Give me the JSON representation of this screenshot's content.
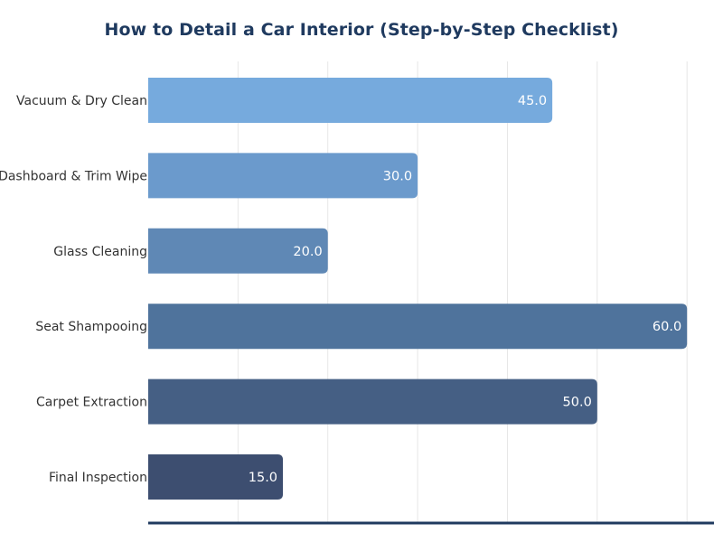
{
  "chart_data": {
    "type": "bar",
    "orientation": "horizontal",
    "title": "How to Detail a Car Interior (Step-by-Step Checklist)",
    "xlabel": "",
    "ylabel": "",
    "categories": [
      "Vacuum & Dry Clean",
      "Dashboard & Trim Wipe",
      "Glass Cleaning",
      "Seat Shampooing",
      "Carpet Extraction",
      "Final Inspection"
    ],
    "values": [
      45.0,
      30.0,
      20.0,
      60.0,
      50.0,
      15.0
    ],
    "value_labels": [
      "45.0",
      "30.0",
      "20.0",
      "60.0",
      "50.0",
      "15.0"
    ],
    "xlim": [
      0,
      63
    ],
    "grid": true,
    "bar_colors": [
      "#76aadd",
      "#6b9acc",
      "#5f88b5",
      "#4f739c",
      "#455f84",
      "#3d4e70"
    ],
    "title_color": "#1f3a5f",
    "axis_color": "#1f3a5f"
  }
}
